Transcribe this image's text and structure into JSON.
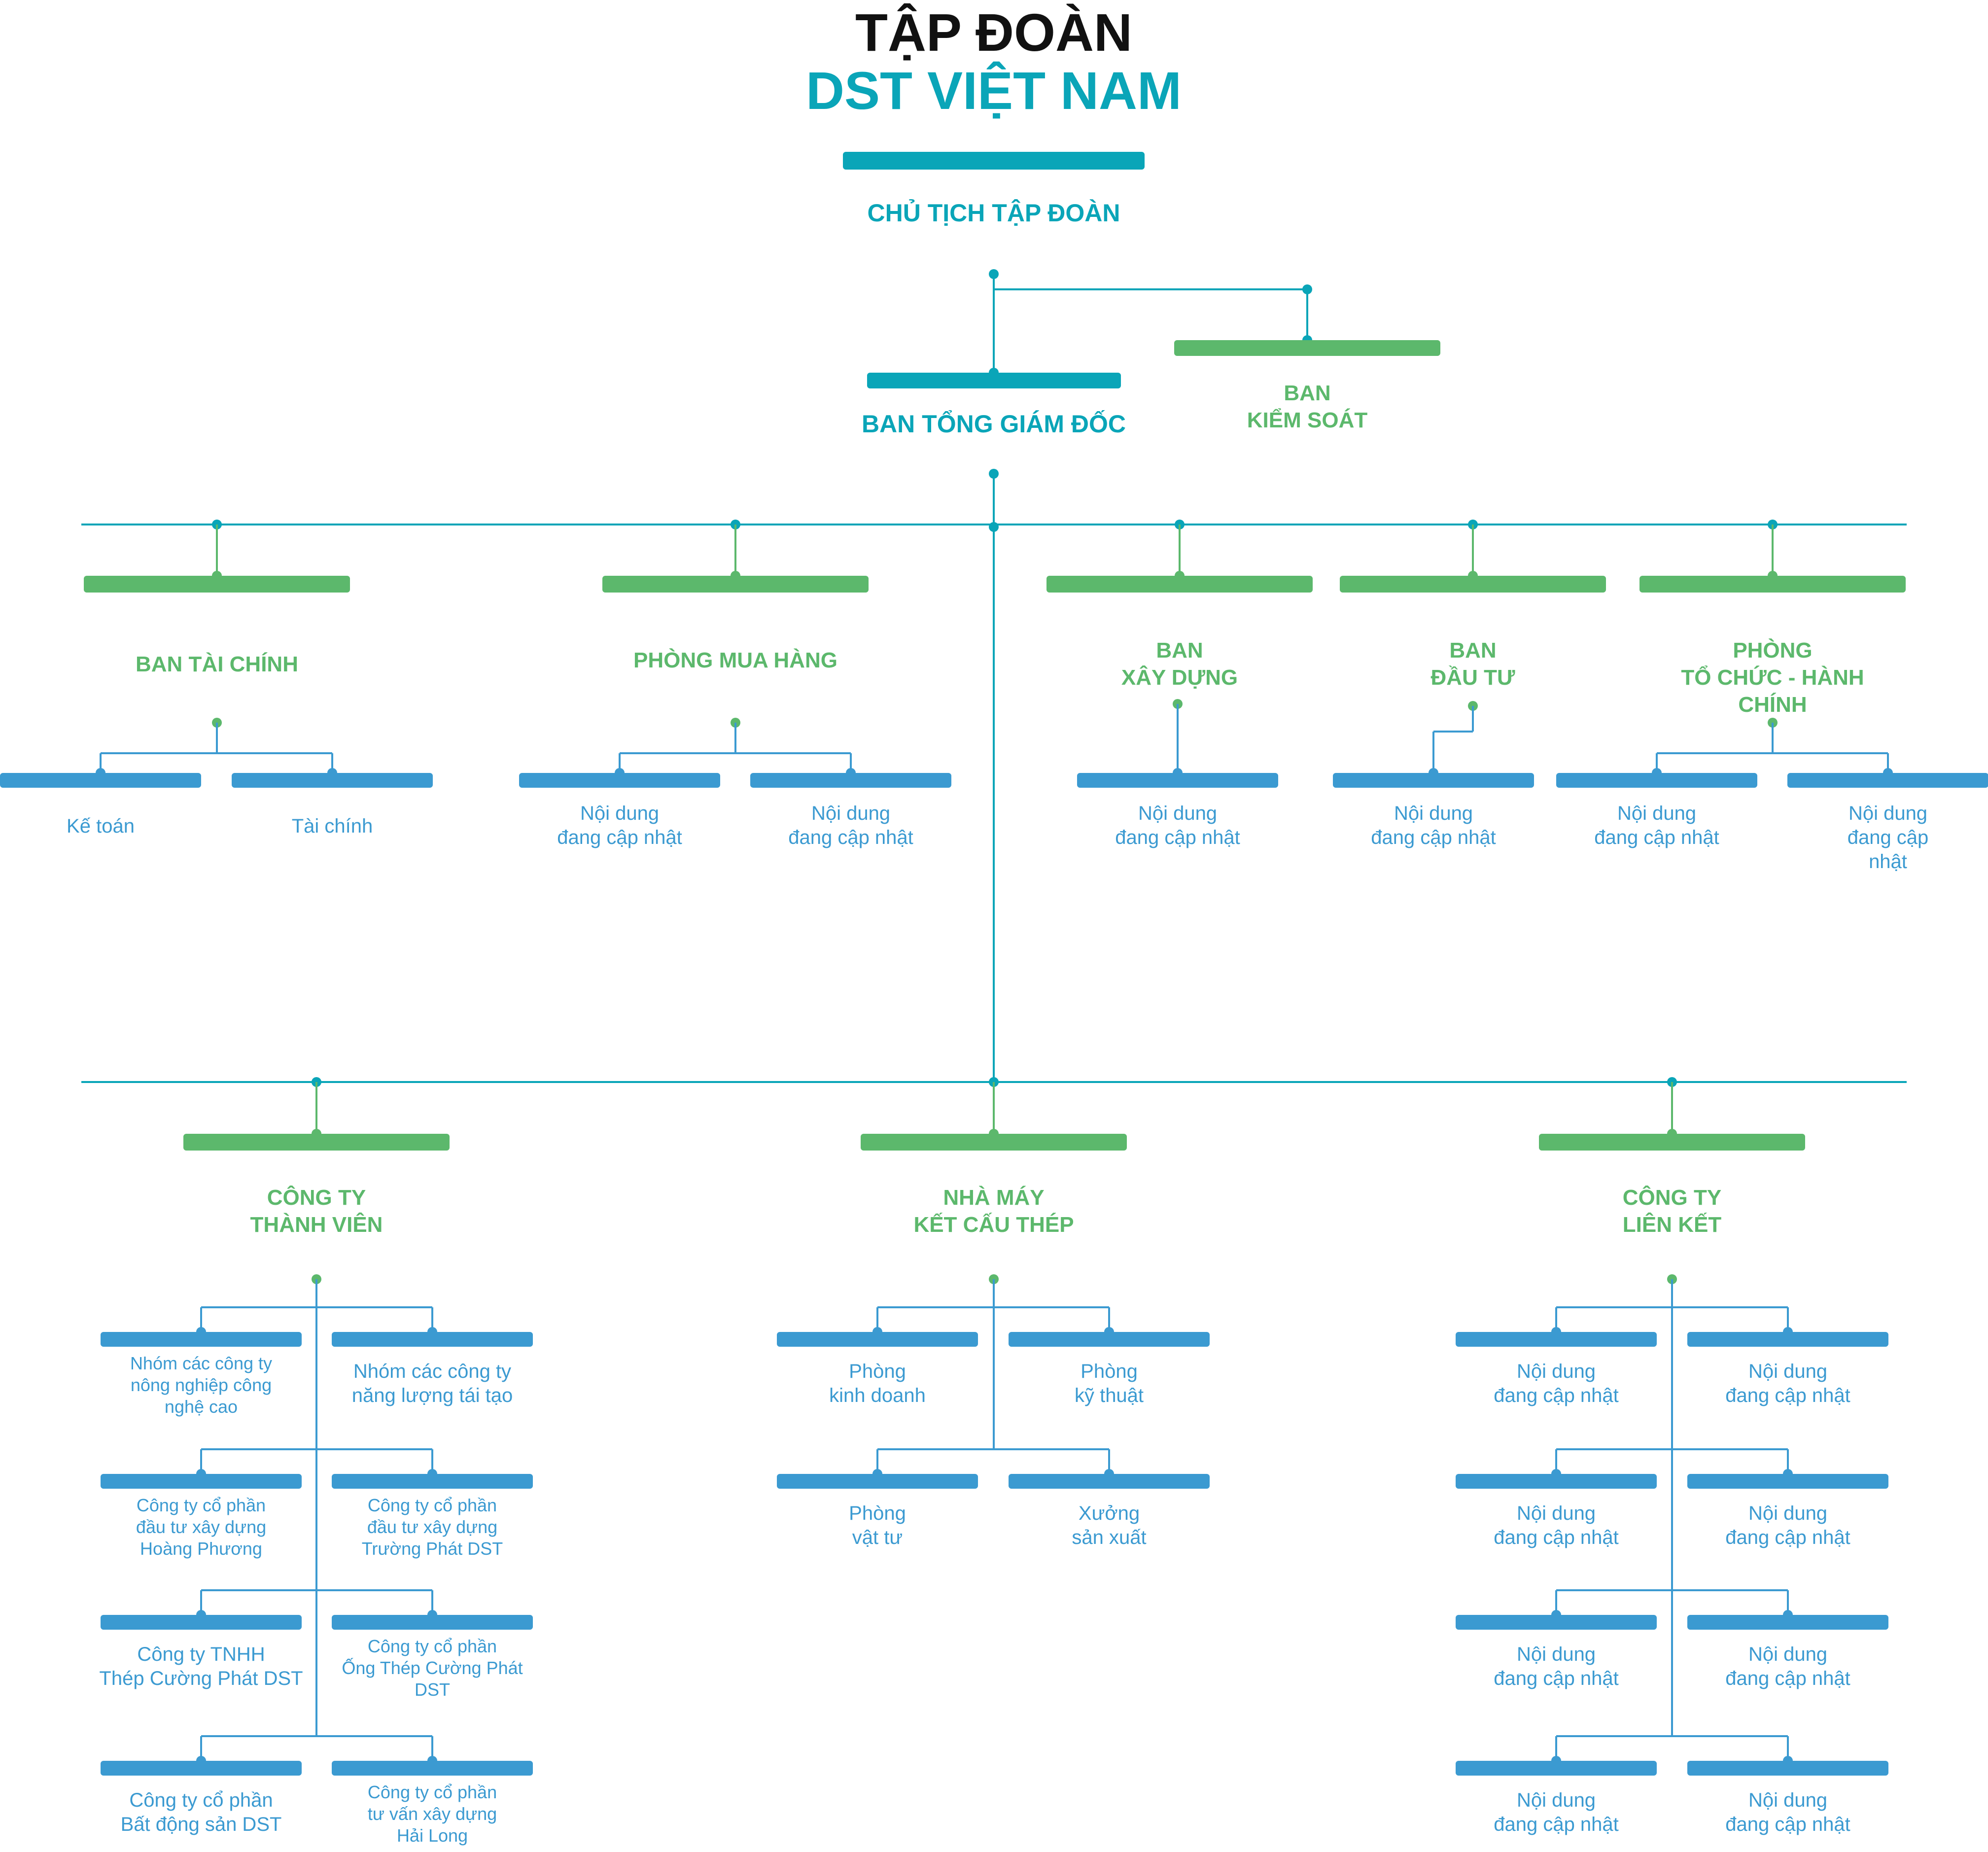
{
  "colors": {
    "teal": "#0aa5b8",
    "green": "#5cb86c",
    "blue": "#3b9ad1",
    "title": "#111111",
    "background": "#ffffff"
  },
  "header": {
    "title_line1": "TẬP ĐOÀN",
    "title_line2": "DST VIỆT NAM"
  },
  "chairman": {
    "label": "CHỦ TỊCH TẬP ĐOÀN"
  },
  "executive": {
    "label": "BAN TỔNG GIÁM ĐỐC"
  },
  "control_board": {
    "label": "BAN\nKIỂM SOÁT"
  },
  "departments": [
    {
      "label": "BAN TÀI CHÍNH",
      "children": [
        "Kế toán",
        "Tài chính"
      ]
    },
    {
      "label": "PHÒNG MUA HÀNG",
      "children": [
        "Nội dung\nđang cập nhật",
        "Nội dung\nđang cập nhật"
      ]
    },
    {
      "label": "BAN\nXÂY DỰNG",
      "children": [
        "Nội dung\nđang cập nhật"
      ]
    },
    {
      "label": "BAN\nĐẦU TƯ",
      "children": [
        "Nội dung\nđang cập nhật"
      ]
    },
    {
      "label": "PHÒNG\nTỔ CHỨC - HÀNH CHÍNH",
      "children": [
        "Nội dung\nđang cập nhật",
        "Nội dung\nđang cập nhật"
      ]
    }
  ],
  "subsidiaries": [
    {
      "label": "CÔNG TY\nTHÀNH VIÊN",
      "children": [
        "Nhóm các công ty\nnông nghiệp công\nnghệ cao",
        "Nhóm các công ty\nnăng lượng tái tạo",
        "Công ty cổ phần\nđầu tư xây dựng\nHoàng Phương",
        "Công ty cổ phần\nđầu tư xây dựng\nTrường Phát DST",
        "Công ty TNHH\nThép Cường Phát DST",
        "Công ty cổ phần\nỐng Thép Cường Phát\nDST",
        "Công ty cổ phần\nBất động sản DST",
        "Công ty cổ phần\ntư vấn xây dựng\nHải Long"
      ]
    },
    {
      "label": "NHÀ MÁY\nKẾT CẤU THÉP",
      "children": [
        "Phòng\nkinh doanh",
        "Phòng\nkỹ thuật",
        "Phòng\nvật tư",
        "Xưởng\nsản xuất"
      ]
    },
    {
      "label": "CÔNG TY\nLIÊN KẾT",
      "children": [
        "Nội dung\nđang cập nhật",
        "Nội dung\nđang cập nhật",
        "Nội dung\nđang cập nhật",
        "Nội dung\nđang cập nhật",
        "Nội dung\nđang cập nhật",
        "Nội dung\nđang cập nhật",
        "Nội dung\nđang cập nhật",
        "Nội dung\nđang cập nhật"
      ]
    }
  ]
}
